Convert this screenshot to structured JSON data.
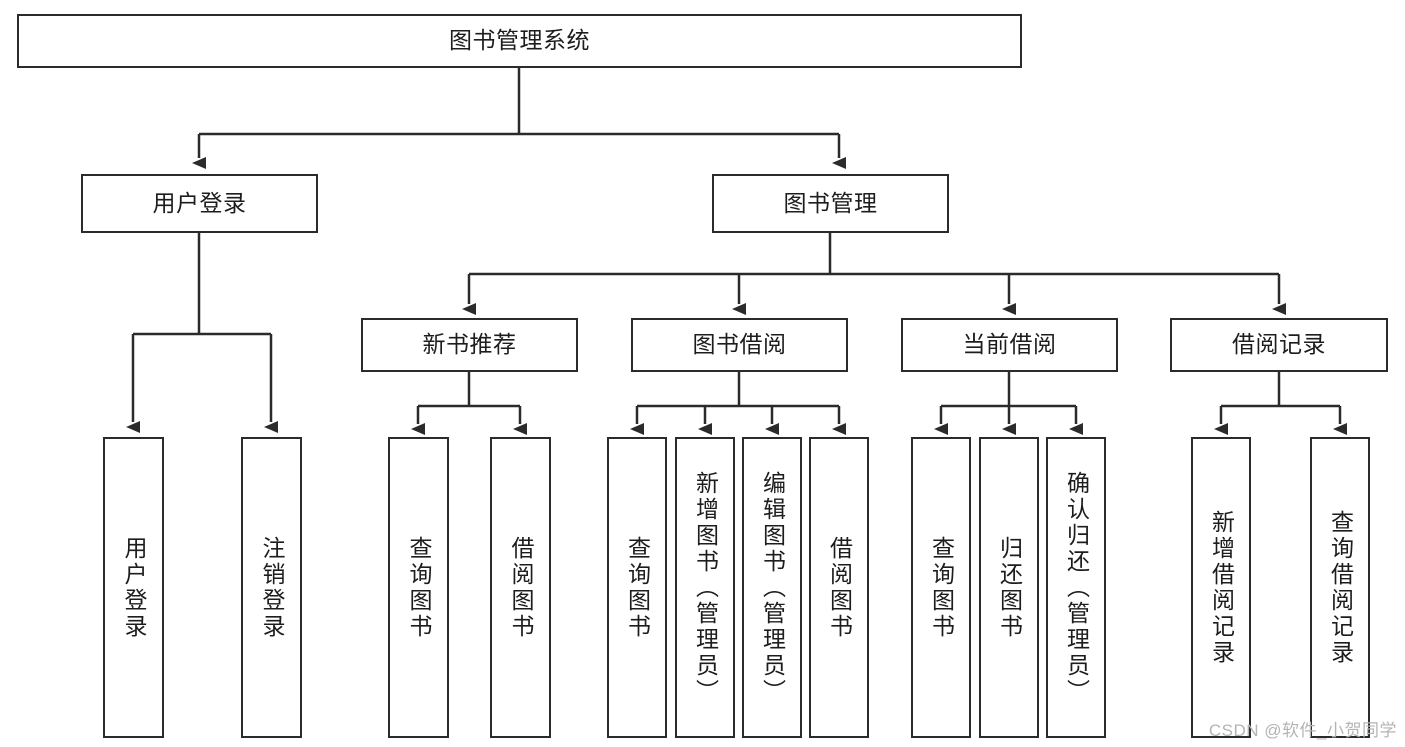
{
  "diagram": {
    "title": "图书管理系统",
    "root": {
      "label": "图书管理系统"
    },
    "level1": [
      {
        "label": "用户登录"
      },
      {
        "label": "图书管理"
      }
    ],
    "level2": [
      {
        "label": "新书推荐"
      },
      {
        "label": "图书借阅"
      },
      {
        "label": "当前借阅"
      },
      {
        "label": "借阅记录"
      }
    ],
    "leaves": {
      "user_login": [
        {
          "label": "用户登录"
        },
        {
          "label": "注销登录"
        }
      ],
      "new_book_recommend": [
        {
          "label": "查询图书"
        },
        {
          "label": "借阅图书"
        }
      ],
      "book_borrow": [
        {
          "label": "查询图书"
        },
        {
          "label": "新增图书（管理员）"
        },
        {
          "label": "编辑图书（管理员）"
        },
        {
          "label": "借阅图书"
        }
      ],
      "current_borrow": [
        {
          "label": "查询图书"
        },
        {
          "label": "归还图书"
        },
        {
          "label": "确认归还（管理员）"
        }
      ],
      "borrow_record": [
        {
          "label": "新增借阅记录"
        },
        {
          "label": "查询借阅记录"
        }
      ]
    }
  },
  "watermark": {
    "text": "CSDN @软件_小贺同学"
  },
  "colors": {
    "border": "#2b2b2b",
    "background": "#ffffff",
    "text": "#1d1d1d",
    "watermark": "#b4b4b4"
  }
}
